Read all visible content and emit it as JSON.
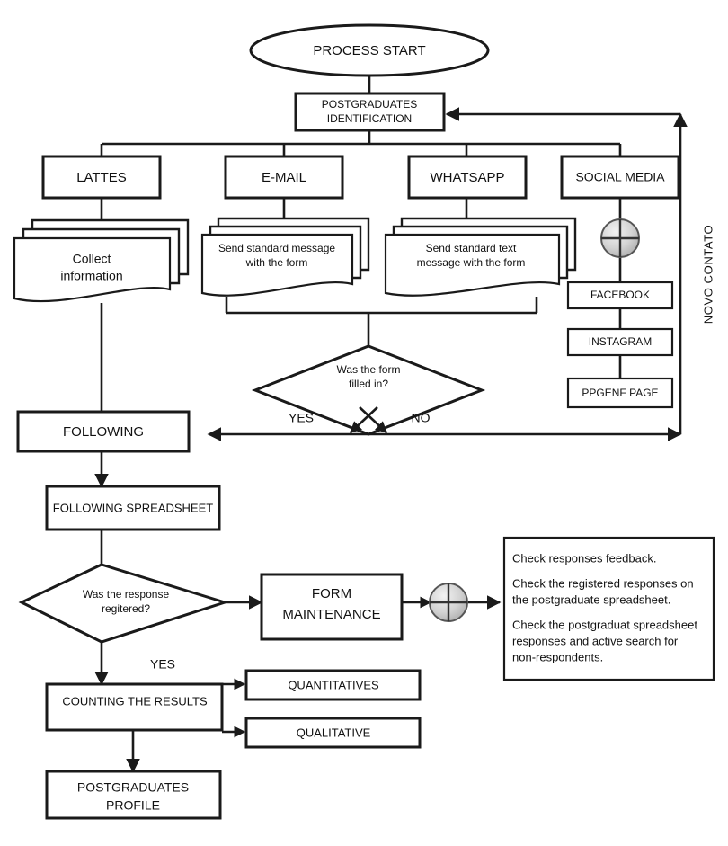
{
  "diagram": {
    "title": "Postgraduates follow-up process flowchart",
    "colors": {
      "stroke": "#1a1a1a",
      "fill": "#ffffff",
      "connector_fill": "#c9c9c9"
    }
  },
  "nodes": {
    "process_start": {
      "label": "PROCESS START",
      "shape": "ellipse"
    },
    "postgraduates_identification": {
      "line1": "POSTGRADUATES",
      "line2": "IDENTIFICATION",
      "shape": "rect"
    },
    "lattes": {
      "label": "LATTES",
      "shape": "rect"
    },
    "email": {
      "label": "E-MAIL",
      "shape": "rect"
    },
    "whatsapp": {
      "label": "WHATSAPP",
      "shape": "rect"
    },
    "social_media": {
      "label": "SOCIAL MEDIA",
      "shape": "rect"
    },
    "collect_information": {
      "line1": "Collect",
      "line2": "information",
      "shape": "multidocument"
    },
    "send_standard_message": {
      "line1": "Send standard message",
      "line2": "with the form",
      "shape": "multidocument"
    },
    "send_standard_text": {
      "line1": "Send standard text",
      "line2": "message with the form",
      "shape": "multidocument"
    },
    "facebook": {
      "label": "FACEBOOK",
      "shape": "rect"
    },
    "instagram": {
      "label": "INSTAGRAM",
      "shape": "rect"
    },
    "ppgenf_page": {
      "label": "PPGENF PAGE",
      "shape": "rect"
    },
    "form_filled_decision": {
      "line1": "Was the form",
      "line2": "filled in?",
      "shape": "diamond"
    },
    "following": {
      "label": "FOLLOWING",
      "shape": "rect"
    },
    "following_spreadsheet": {
      "label": "FOLLOWING SPREADSHEET",
      "shape": "rect"
    },
    "response_registered_decision": {
      "line1": "Was the response",
      "line2": "regitered?",
      "shape": "diamond"
    },
    "form_maintenance": {
      "line1": "FORM",
      "line2": "MAINTENANCE",
      "shape": "rect"
    },
    "counting_the_results": {
      "label": "COUNTING THE RESULTS",
      "shape": "rect"
    },
    "quantitatives": {
      "label": "QUANTITATIVES",
      "shape": "rect"
    },
    "qualitative": {
      "label": "QUALITATIVE",
      "shape": "rect"
    },
    "postgraduates_profile": {
      "line1": "POSTGRADUATES",
      "line2": "PROFILE",
      "shape": "rect"
    },
    "notes_box": {
      "lines": [
        "Check responses feedback.",
        "Check the registered responses on",
        "the postgraduate spreadsheet.",
        "Check the postgraduat spreadsheet",
        "responses and active search for",
        "non-respondents."
      ],
      "shape": "rect"
    }
  },
  "edge_labels": {
    "yes_form": "YES",
    "no_form": "NO",
    "yes_registered": "YES",
    "novo_contato": "NOVO CONTATO"
  },
  "connectors": {
    "social_media_junction": "junction-circle",
    "form_maintenance_junction": "junction-circle"
  }
}
